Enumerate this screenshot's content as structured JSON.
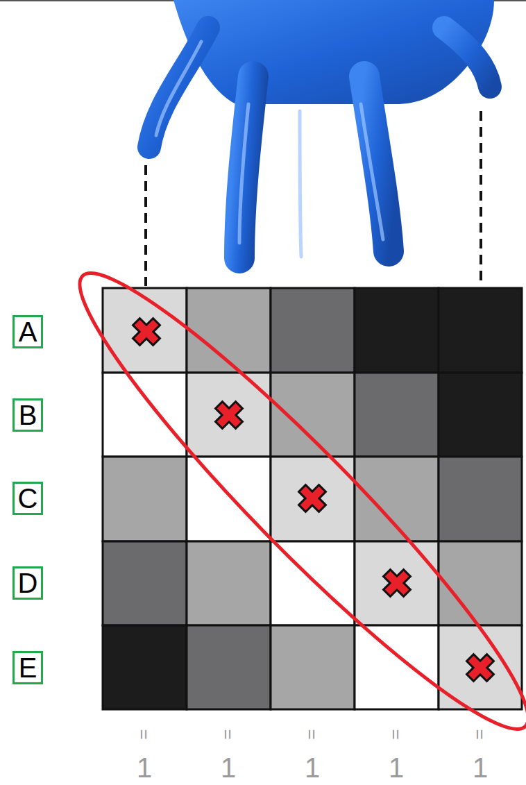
{
  "diagram": {
    "nodes": [
      {
        "text": [
          "A"
        ]
      },
      {
        "text": [
          "B"
        ]
      },
      {
        "text": [
          "C"
        ]
      },
      {
        "text": [
          "D"
        ]
      },
      {
        "text": [
          "E"
        ]
      }
    ],
    "labels": [
      "=",
      "=",
      "=",
      "=",
      "=",
      "1",
      "1",
      "1",
      "1",
      "1"
    ]
  }
}
